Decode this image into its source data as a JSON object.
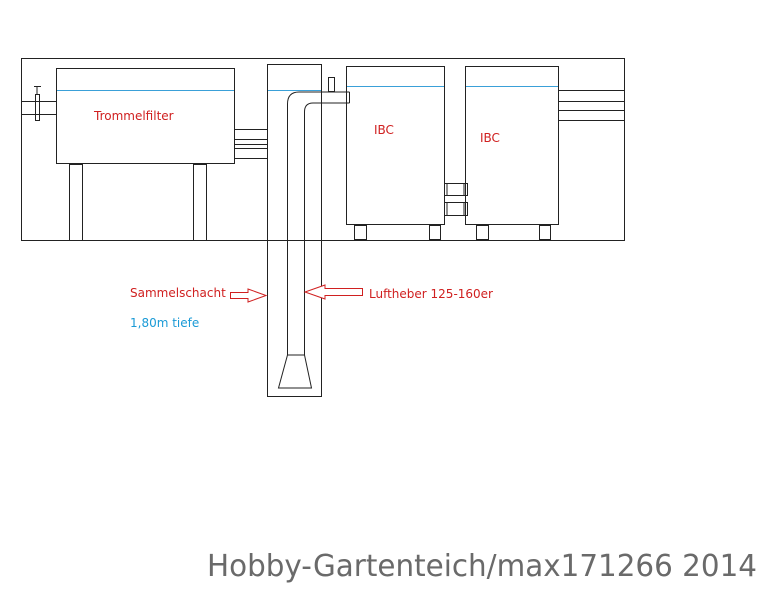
{
  "labels": {
    "trommelfilter": "Trommelfilter",
    "ibc_1": "IBC",
    "ibc_2": "IBC",
    "sammelschacht": "Sammelschacht",
    "tiefe": "1,80m tiefe",
    "luftheber": "Luftheber 125-160er"
  },
  "watermark": "Hobby-Gartenteich/max171266 2014",
  "colors": {
    "label_red": "#d02020",
    "label_blue": "#1a9ad6",
    "water_line": "#3aa0d8",
    "arrow_outline": "#d02020",
    "watermark": "#6a6a6a"
  }
}
